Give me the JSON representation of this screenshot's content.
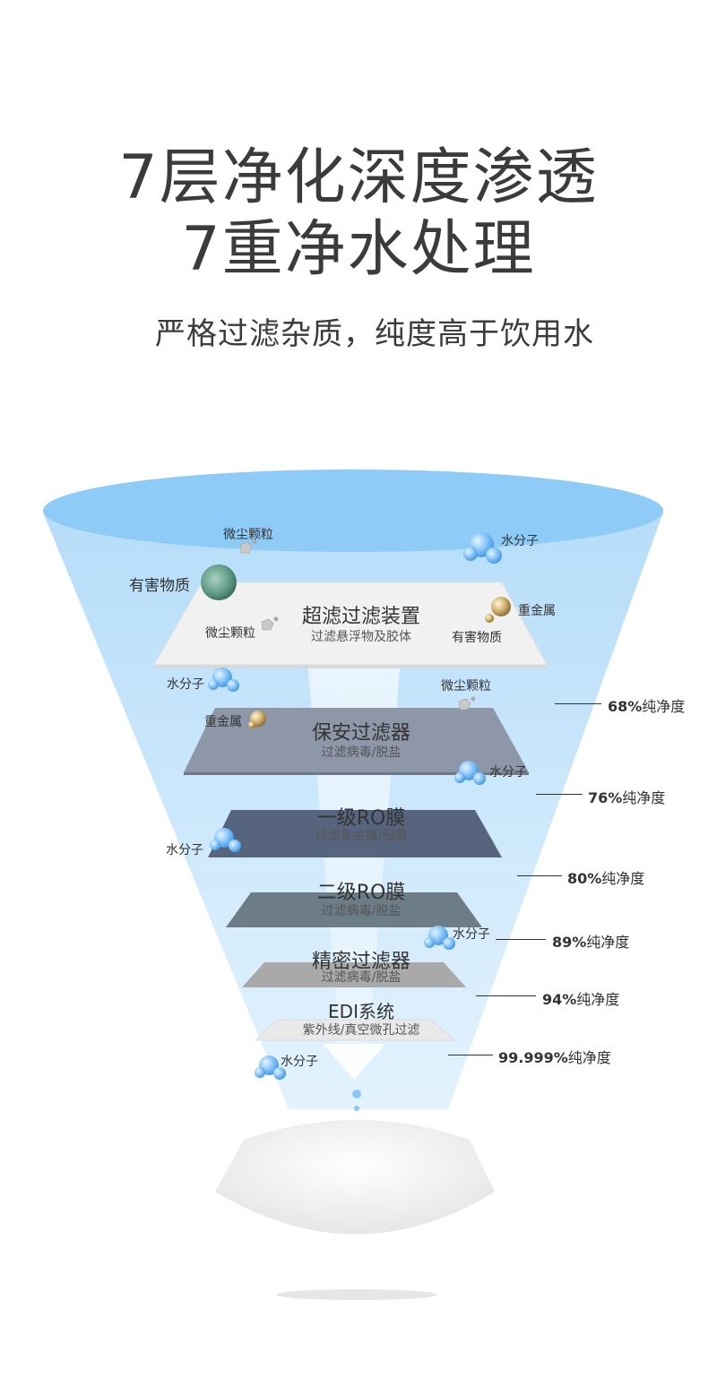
{
  "header": {
    "title_line1": "7层净化深度渗透",
    "title_line2": "7重净水处理",
    "subtitle": "严格过滤杂质，纯度高于饮用水"
  },
  "stages": [
    {
      "title": "超滤过滤装置",
      "desc": "过滤悬浮物及胶体"
    },
    {
      "title": "保安过滤器",
      "desc": "过滤病毒/脱盐"
    },
    {
      "title": "一级RO膜",
      "desc": "过滤重金属/细菌"
    },
    {
      "title": "二级RO膜",
      "desc": "过滤病毒/脱盐"
    },
    {
      "title": "精密过滤器",
      "desc": "过滤病毒/脱盐"
    },
    {
      "title": "EDI系统",
      "desc": "紫外线/真空微孔过滤"
    }
  ],
  "purity": [
    {
      "value": "68%",
      "suffix": "纯净度"
    },
    {
      "value": "76%",
      "suffix": "纯净度"
    },
    {
      "value": "80%",
      "suffix": "纯净度"
    },
    {
      "value": "89%",
      "suffix": "纯净度"
    },
    {
      "value": "94%",
      "suffix": "纯净度"
    },
    {
      "value": "99.999%",
      "suffix": "纯净度"
    }
  ],
  "particles": {
    "dust": "微尘颗粒",
    "water": "水分子",
    "harmful": "有害物质",
    "metal": "重金属"
  },
  "colors": {
    "funnel_top": "#8ecbf6",
    "funnel_body": "#cde9fb",
    "water_bubble": "#6db8f5",
    "metal_bead": "#c9a86a",
    "virus": "#5f9a85"
  }
}
